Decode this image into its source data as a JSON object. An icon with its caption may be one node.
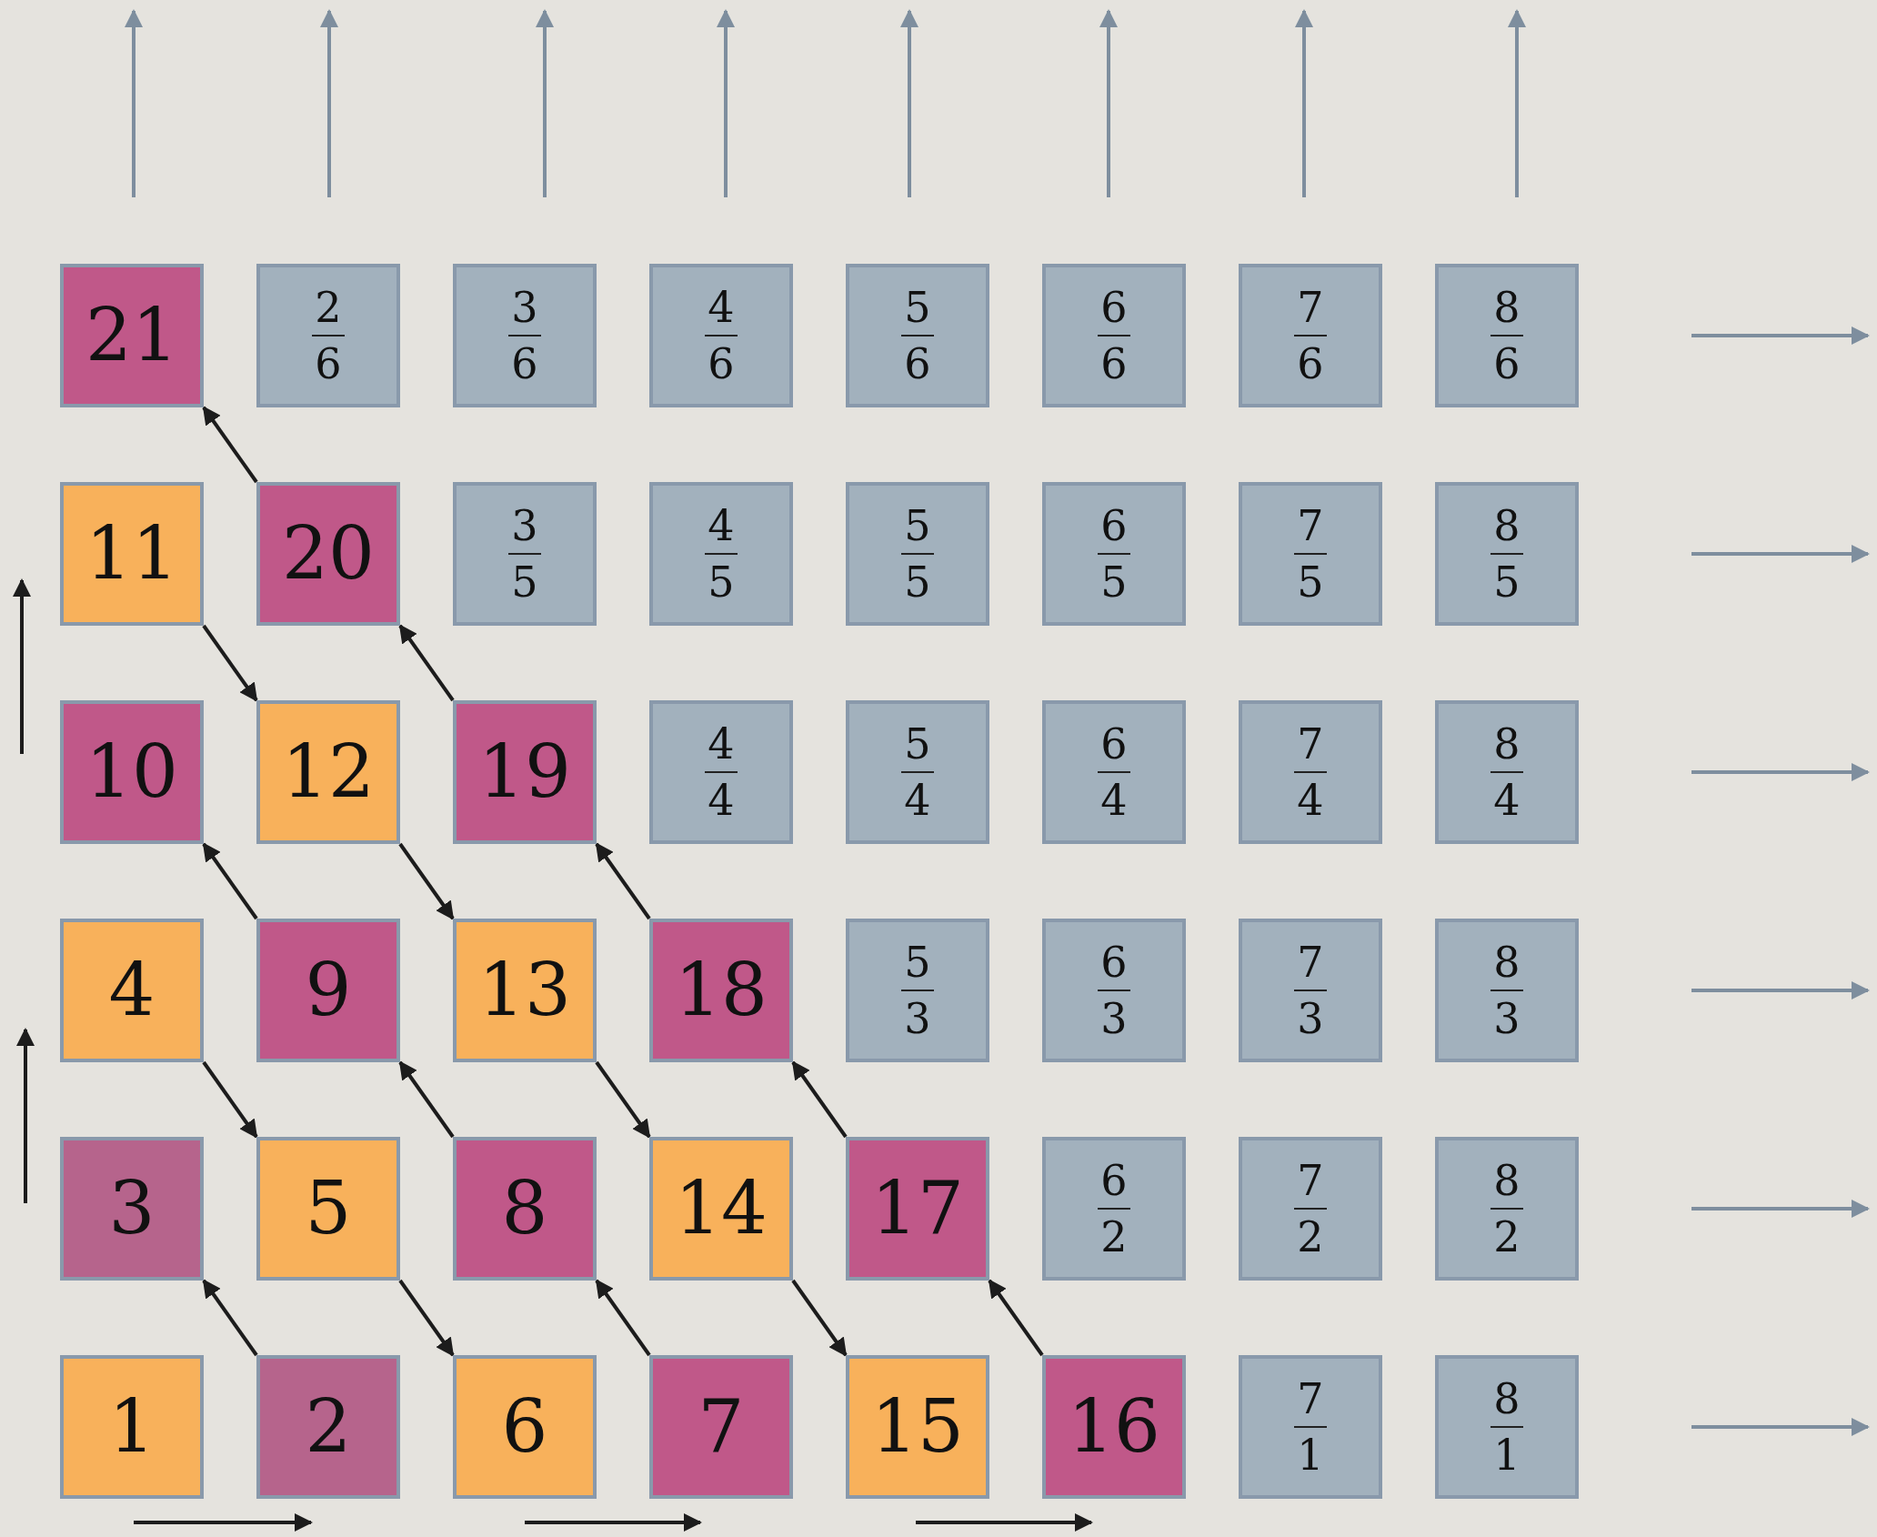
{
  "diagram": {
    "nodes": [
      {
        "text": [
          "21"
        ]
      },
      {
        "text": [
          "2",
          "6"
        ]
      },
      {
        "text": [
          "3",
          "6"
        ]
      },
      {
        "text": [
          "4",
          "6"
        ]
      },
      {
        "text": [
          "5",
          "6"
        ]
      },
      {
        "text": [
          "6",
          "6"
        ]
      },
      {
        "text": [
          "7",
          "6"
        ]
      },
      {
        "text": [
          "8",
          "6"
        ]
      },
      {
        "text": [
          "11"
        ]
      },
      {
        "text": [
          "20"
        ]
      },
      {
        "text": [
          "3",
          "5"
        ]
      },
      {
        "text": [
          "4",
          "5"
        ]
      },
      {
        "text": [
          "5",
          "5"
        ]
      },
      {
        "text": [
          "6",
          "5"
        ]
      },
      {
        "text": [
          "7",
          "5"
        ]
      },
      {
        "text": [
          "8",
          "5"
        ]
      },
      {
        "text": [
          "10"
        ]
      },
      {
        "text": [
          "12"
        ]
      },
      {
        "text": [
          "19"
        ]
      },
      {
        "text": [
          "4",
          "4"
        ]
      },
      {
        "text": [
          "5",
          "4"
        ]
      },
      {
        "text": [
          "6",
          "4"
        ]
      },
      {
        "text": [
          "7",
          "4"
        ]
      },
      {
        "text": [
          "8",
          "4"
        ]
      },
      {
        "text": [
          "4"
        ]
      },
      {
        "text": [
          "9"
        ]
      },
      {
        "text": [
          "13"
        ]
      },
      {
        "text": [
          "18"
        ]
      },
      {
        "text": [
          "5",
          "3"
        ]
      },
      {
        "text": [
          "6",
          "3"
        ]
      },
      {
        "text": [
          "7",
          "3"
        ]
      },
      {
        "text": [
          "8",
          "3"
        ]
      },
      {
        "text": [
          "3"
        ]
      },
      {
        "text": [
          "5"
        ]
      },
      {
        "text": [
          "8"
        ]
      },
      {
        "text": [
          "14"
        ]
      },
      {
        "text": [
          "17"
        ]
      },
      {
        "text": [
          "6",
          "2"
        ]
      },
      {
        "text": [
          "7",
          "2"
        ]
      },
      {
        "text": [
          "8",
          "2"
        ]
      },
      {
        "text": [
          "1"
        ]
      },
      {
        "text": [
          "2"
        ]
      },
      {
        "text": [
          "6"
        ]
      },
      {
        "text": [
          "7"
        ]
      },
      {
        "text": [
          "15"
        ]
      },
      {
        "text": [
          "16"
        ]
      },
      {
        "text": [
          "7",
          "1"
        ]
      },
      {
        "text": [
          "8",
          "1"
        ]
      }
    ],
    "edges": [
      {
        "from": 41,
        "to": 32,
        "arrow": "to"
      },
      {
        "from": 24,
        "to": 33,
        "arrow": "to"
      },
      {
        "from": 33,
        "to": 42,
        "arrow": "to"
      },
      {
        "from": 43,
        "to": 34,
        "arrow": "to"
      },
      {
        "from": 34,
        "to": 25,
        "arrow": "to"
      },
      {
        "from": 25,
        "to": 16,
        "arrow": "to"
      },
      {
        "from": 8,
        "to": 17,
        "arrow": "to"
      },
      {
        "from": 17,
        "to": 26,
        "arrow": "to"
      },
      {
        "from": 26,
        "to": 35,
        "arrow": "to"
      },
      {
        "from": 35,
        "to": 44,
        "arrow": "to"
      },
      {
        "from": 45,
        "to": 36,
        "arrow": "to"
      },
      {
        "from": 36,
        "to": 27,
        "arrow": "to"
      },
      {
        "from": 27,
        "to": 18,
        "arrow": "to"
      },
      {
        "from": 18,
        "to": 9,
        "arrow": "to"
      },
      {
        "from": 9,
        "to": 0,
        "arrow": "to"
      }
    ]
  }
}
